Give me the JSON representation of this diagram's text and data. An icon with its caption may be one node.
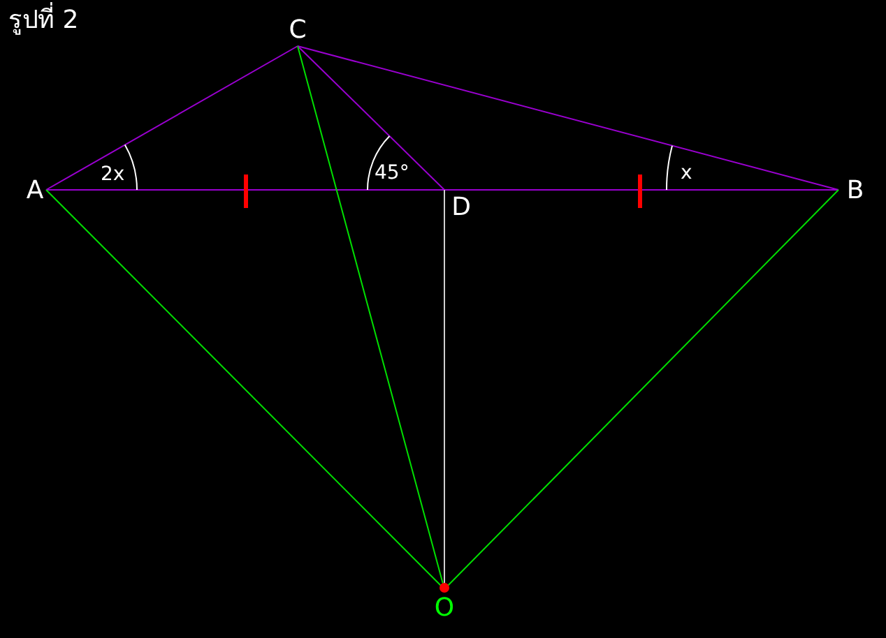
{
  "diagram": {
    "title": "รูปที่ 2",
    "nodes": [
      {
        "text": [
          "C"
        ]
      },
      {
        "text": [
          "A"
        ]
      },
      {
        "text": [
          "D"
        ]
      },
      {
        "text": [
          "B"
        ]
      },
      {
        "text": [
          "O"
        ]
      }
    ],
    "edges": [
      {
        "from": 1,
        "to": 0,
        "arrow": "none"
      },
      {
        "from": 0,
        "to": 3,
        "arrow": "none"
      },
      {
        "from": 1,
        "to": 2,
        "arrow": "none"
      },
      {
        "from": 2,
        "to": 3,
        "arrow": "none"
      },
      {
        "from": 0,
        "to": 2,
        "arrow": "none"
      },
      {
        "from": 0,
        "to": 4,
        "arrow": "none",
        "color": "#00e000"
      },
      {
        "from": 1,
        "to": 4,
        "arrow": "none",
        "color": "#00e000"
      },
      {
        "from": 3,
        "to": 4,
        "arrow": "none",
        "color": "#00e000"
      },
      {
        "from": 2,
        "to": 4,
        "arrow": "none",
        "color": "#d0d0d0"
      }
    ],
    "labels": [
      "2x",
      "45°",
      "x"
    ]
  }
}
